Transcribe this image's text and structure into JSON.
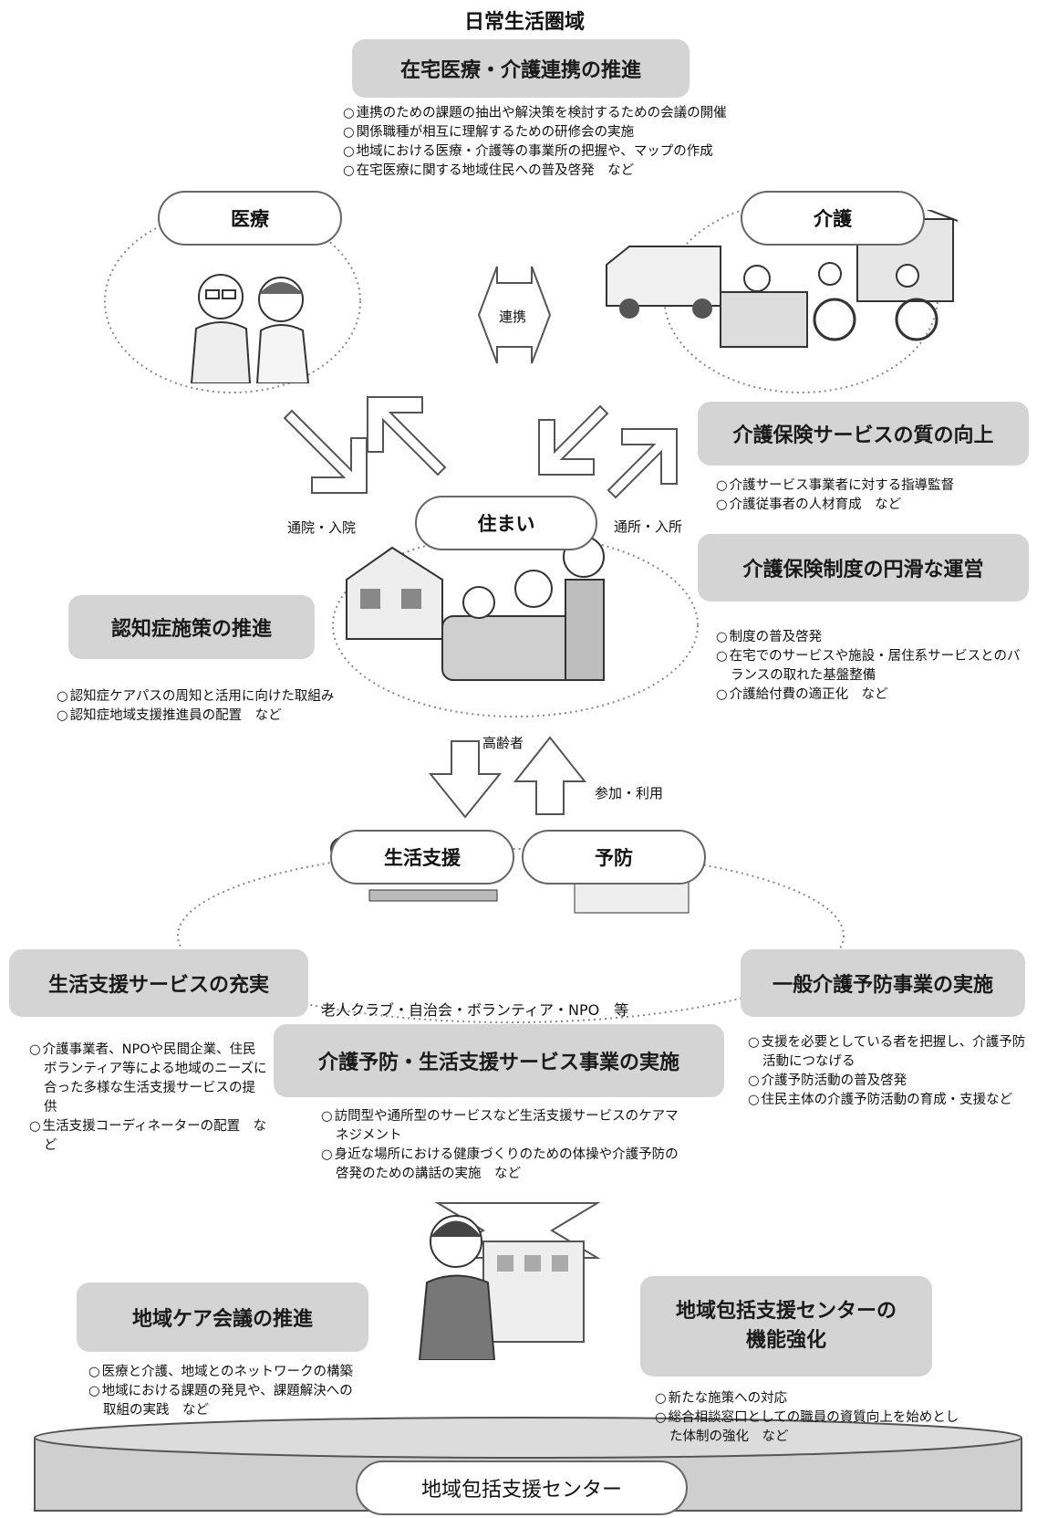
{
  "header": {
    "title": "日常生活圏域"
  },
  "home_medical": {
    "title": "在宅医療・介護連携の推進",
    "bullets": [
      "連携のための課題の抽出や解決策を検討するための会議の開催",
      "関係職種が相互に理解するための研修会の実施",
      "地域における医療・介護等の事業所の把握や、マップの作成",
      "在宅医療に関する地域住民への普及啓発　など"
    ]
  },
  "medical": {
    "label": "医療"
  },
  "care": {
    "label": "介護"
  },
  "link_label": "連携",
  "quality": {
    "title": "介護保険サービスの質の向上",
    "bullets": [
      "介護サービス事業者に対する指導監督",
      "介護従事者の人材育成　など"
    ]
  },
  "housing": {
    "label": "住まい",
    "elderly_label": "高齢者"
  },
  "arrow_labels": {
    "hospital": "通院・入院",
    "daycare": "通所・入所",
    "participation": "参加・利用"
  },
  "insurance_ops": {
    "title": "介護保険制度の円滑な運営",
    "bullets": [
      "制度の普及啓発",
      "在宅でのサービスや施設・居住系サービスとのバランスの取れた基盤整備",
      "介護給付費の適正化　など"
    ]
  },
  "dementia": {
    "title": "認知症施策の推進",
    "bullets": [
      "認知症ケアパスの周知と活用に向けた取組み",
      "認知症地域支援推進員の配置　など"
    ]
  },
  "life_support": {
    "label": "生活支援"
  },
  "prevention": {
    "label": "予防"
  },
  "orgs_label": "老人クラブ・自治会・ボランティア・NPO　等",
  "life_service": {
    "title": "生活支援サービスの充実",
    "bullets": [
      "介護事業者、NPOや民間企業、住民ボランティア等による地域のニーズに合った多様な生活支援サービスの提供",
      "生活支援コーディネーターの配置　など"
    ]
  },
  "general_prevention": {
    "title": "一般介護予防事業の実施",
    "bullets": [
      "支援を必要としている者を把握し、介護予防活動につなげる",
      "介護予防活動の普及啓発",
      "住民主体の介護予防活動の育成・支援など"
    ]
  },
  "prevention_service": {
    "title": "介護予防・生活支援サービス事業の実施",
    "bullets": [
      "訪問型や通所型のサービスなど生活支援サービスのケアマネジメント",
      "身近な場所における健康づくりのための体操や介護予防の啓発のための講話の実施　など"
    ]
  },
  "care_meeting": {
    "title": "地域ケア会議の推進",
    "bullets": [
      "医療と介護、地域とのネットワークの構築",
      "地域における課題の発見や、課題解決への取組の実践　など"
    ]
  },
  "center_function": {
    "title_line1": "地域包括支援センターの",
    "title_line2": "機能強化",
    "bullets": [
      "新たな施策への対応",
      "総合相談窓口としての職員の資質向上を始めとした体制の強化　など"
    ]
  },
  "center": {
    "label": "地域包括支援センター"
  },
  "colors": {
    "box_fill": "#d4d4d4",
    "outline": "#666666",
    "dotted": "#888888"
  }
}
